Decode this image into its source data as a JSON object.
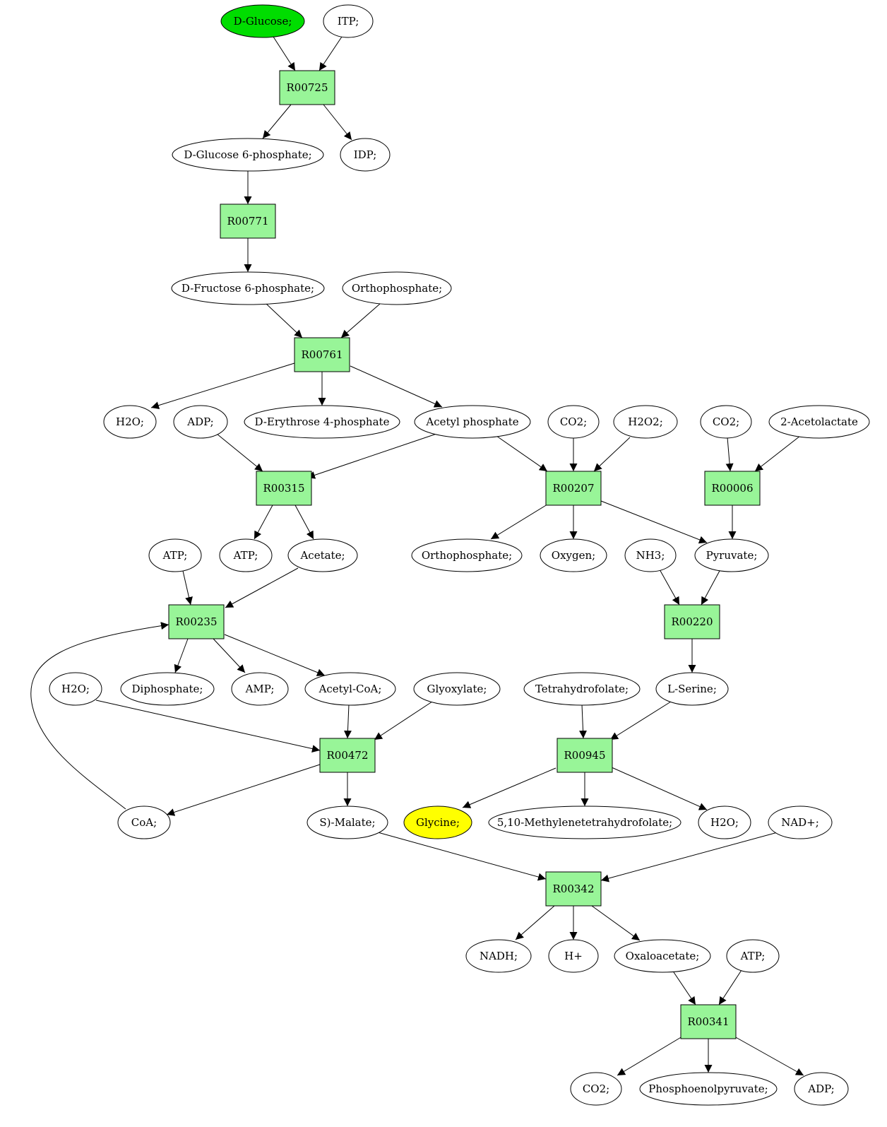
{
  "colors": {
    "reaction_fill": "#98f598",
    "start_node_fill": "#00dd00",
    "target_node_fill": "#ffff00",
    "default_node_fill": "#ffffff",
    "line": "#000000"
  },
  "molecules": {
    "glucose": "D-Glucose;",
    "itp": "ITP;",
    "g6p": "D-Glucose 6-phosphate;",
    "idp": "IDP;",
    "f6p": "D-Fructose 6-phosphate;",
    "ortho1": "Orthophosphate;",
    "h2o_1": "H2O;",
    "adp_1": "ADP;",
    "e4p": "D-Erythrose 4-phosphate",
    "acetylp": "Acetyl phosphate",
    "co2_1": "CO2;",
    "h2o2": "H2O2;",
    "co2_2": "CO2;",
    "acetolactate": "2-Acetolactate",
    "atp_1": "ATP;",
    "atp_2": "ATP;",
    "acetate": "Acetate;",
    "ortho2": "Orthophosphate;",
    "oxygen": "Oxygen;",
    "nh3": "NH3;",
    "pyruvate": "Pyruvate;",
    "h2o_2": "H2O;",
    "diphosphate": "Diphosphate;",
    "amp": "AMP;",
    "acetylcoa": "Acetyl-CoA;",
    "glyoxylate": "Glyoxylate;",
    "thf": "Tetrahydrofolate;",
    "serine": "L-Serine;",
    "coa": "CoA;",
    "malate": "S)-Malate;",
    "glycine": "Glycine;",
    "methylthf": "5,10-Methylenetetrahydrofolate;",
    "h2o_3": "H2O;",
    "nad": "NAD+;",
    "nadh": "NADH;",
    "hplus": "H+",
    "oxaloacetate": "Oxaloacetate;",
    "atp_3": "ATP;",
    "co2_3": "CO2;",
    "pep": "Phosphoenolpyruvate;",
    "adp_2": "ADP;"
  },
  "reactions": {
    "r00725": "R00725",
    "r00771": "R00771",
    "r00761": "R00761",
    "r00315": "R00315",
    "r00207": "R00207",
    "r00006": "R00006",
    "r00235": "R00235",
    "r00220": "R00220",
    "r00472": "R00472",
    "r00945": "R00945",
    "r00342": "R00342",
    "r00341": "R00341"
  }
}
